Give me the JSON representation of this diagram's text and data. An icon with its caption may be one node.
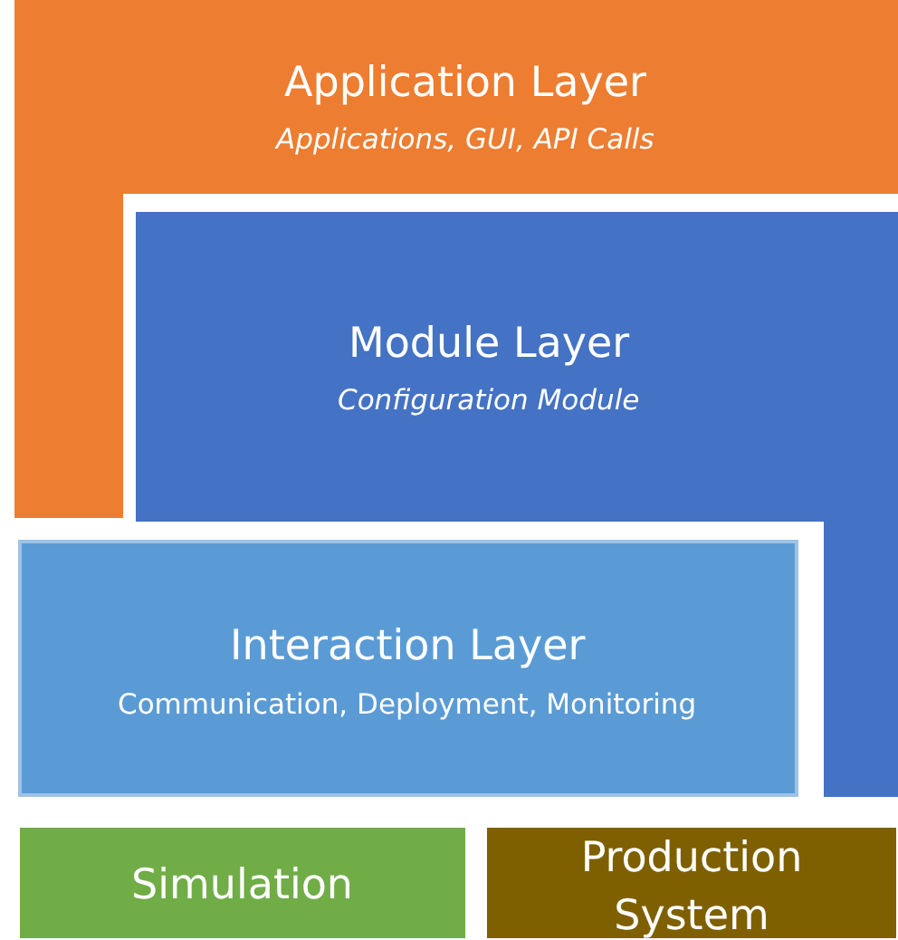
{
  "diagram": {
    "nodes": [
      {
        "text": [
          "Application Layer",
          "Applications, GUI, API Calls"
        ]
      },
      {
        "text": [
          "Module Layer",
          "Configuration Module"
        ]
      },
      {
        "text": [
          "Interaction Layer",
          "Communication, Deployment, Monitoring"
        ]
      },
      {
        "text": [
          "Simulation"
        ]
      },
      {
        "text": [
          "Production System"
        ]
      }
    ]
  }
}
